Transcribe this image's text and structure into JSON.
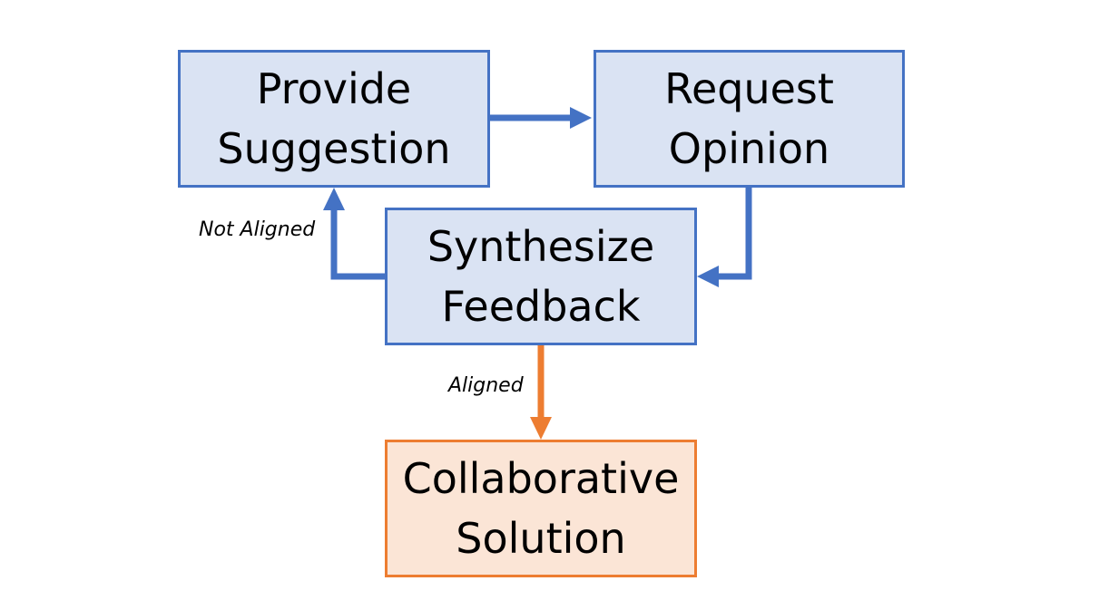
{
  "nodes": {
    "provide_suggestion": {
      "line1": "Provide",
      "line2": "Suggestion"
    },
    "request_opinion": {
      "line1": "Request",
      "line2": "Opinion"
    },
    "synthesize_feedback": {
      "line1": "Synthesize",
      "line2": "Feedback"
    },
    "collaborative_solution": {
      "line1": "Collaborative",
      "line2": "Solution"
    }
  },
  "edges": {
    "not_aligned_label": "Not Aligned",
    "aligned_label": "Aligned"
  },
  "colors": {
    "blue_stroke": "#4472c4",
    "blue_fill": "#dae3f3",
    "orange_stroke": "#ed7d31",
    "orange_fill": "#fbe5d6"
  }
}
